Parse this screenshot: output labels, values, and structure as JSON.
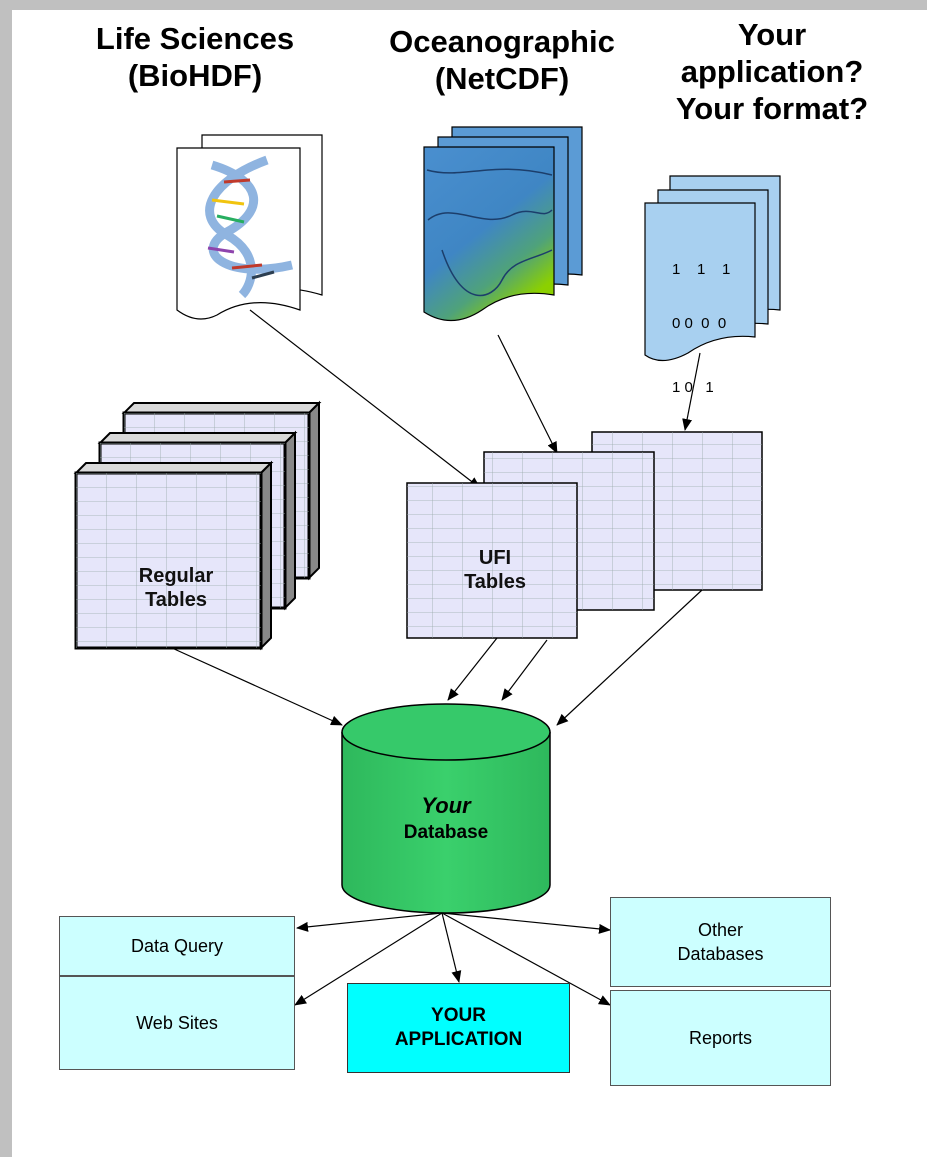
{
  "sources": {
    "life_sciences": {
      "line1": "Life Sciences",
      "line2": "(BioHDF)"
    },
    "oceanographic": {
      "line1": "Oceanographic",
      "line2": "(NetCDF)"
    },
    "your_format": {
      "line1": "Your",
      "line2": "application?",
      "line3": "Your format?"
    }
  },
  "binary_digits": {
    "row1": "1    1    1",
    "row2": "0 0  0  0",
    "row3": "1 0   1"
  },
  "tables": {
    "regular": {
      "line1": "Regular",
      "line2": "Tables"
    },
    "ufi": {
      "line1": "UFI",
      "line2": "Tables"
    }
  },
  "database": {
    "line1": "Your",
    "line2": "Database"
  },
  "outputs": {
    "data_query": "Data Query",
    "other_databases_line1": "Other",
    "other_databases_line2": "Databases",
    "web_sites": "Web Sites",
    "your_application_line1": "YOUR",
    "your_application_line2": "APPLICATION",
    "reports": "Reports"
  },
  "colors": {
    "background_frame": "#c0c0c0",
    "table_fill": "#e6e6fa",
    "database_fill": "#33cc66",
    "output_box_fill": "#ccffff",
    "application_box_fill": "#00ffff",
    "document_fill": "#a8d0f0"
  }
}
